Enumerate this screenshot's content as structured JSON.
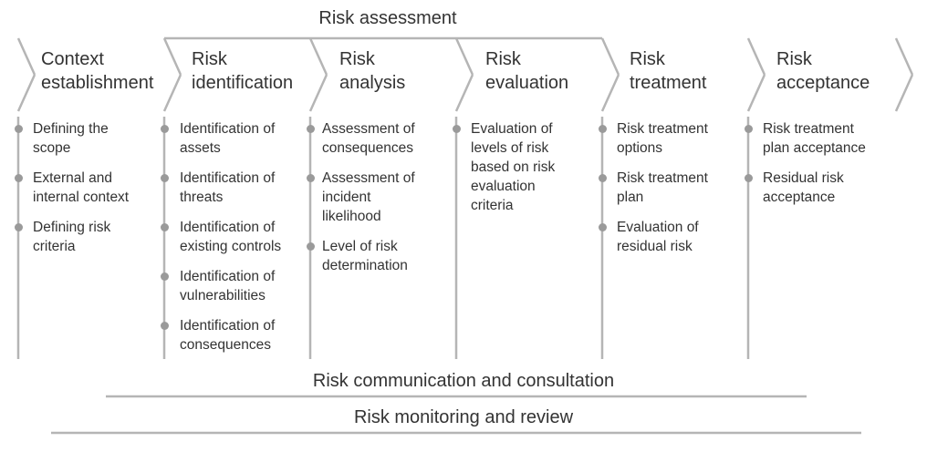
{
  "assessment_title": "Risk assessment",
  "phases": [
    {
      "title": [
        "Context",
        "establishment"
      ],
      "items": [
        [
          "Defining the",
          "scope"
        ],
        [
          "External and",
          "internal context"
        ],
        [
          "Defining risk",
          "criteria"
        ]
      ]
    },
    {
      "title": [
        "Risk",
        "identification"
      ],
      "items": [
        [
          "Identification of",
          "assets"
        ],
        [
          "Identification of",
          "threats"
        ],
        [
          "Identification of",
          "existing controls"
        ],
        [
          "Identification of",
          "vulnerabilities"
        ],
        [
          "Identification of",
          "consequences"
        ]
      ]
    },
    {
      "title": [
        "Risk",
        "analysis"
      ],
      "items": [
        [
          "Assessment of",
          "consequences"
        ],
        [
          "Assessment of",
          "incident",
          "likelihood"
        ],
        [
          "Level of risk",
          "determination"
        ]
      ]
    },
    {
      "title": [
        "Risk",
        "evaluation"
      ],
      "items": [
        [
          "Evaluation of",
          "levels of risk",
          "based on risk",
          "evaluation",
          "criteria"
        ]
      ]
    },
    {
      "title": [
        "Risk",
        "treatment"
      ],
      "items": [
        [
          "Risk treatment",
          "options"
        ],
        [
          "Risk treatment",
          "plan"
        ],
        [
          "Evaluation of",
          "residual risk"
        ]
      ]
    },
    {
      "title": [
        "Risk",
        "acceptance"
      ],
      "items": [
        [
          "Risk treatment",
          "plan acceptance"
        ],
        [
          "Residual risk",
          "acceptance"
        ]
      ]
    }
  ],
  "communication_label": "Risk communication and consultation",
  "monitoring_label": "Risk monitoring and review",
  "colors": {
    "line": "#b5b5b5",
    "dot": "#9a9a9a",
    "text": "#333333"
  }
}
